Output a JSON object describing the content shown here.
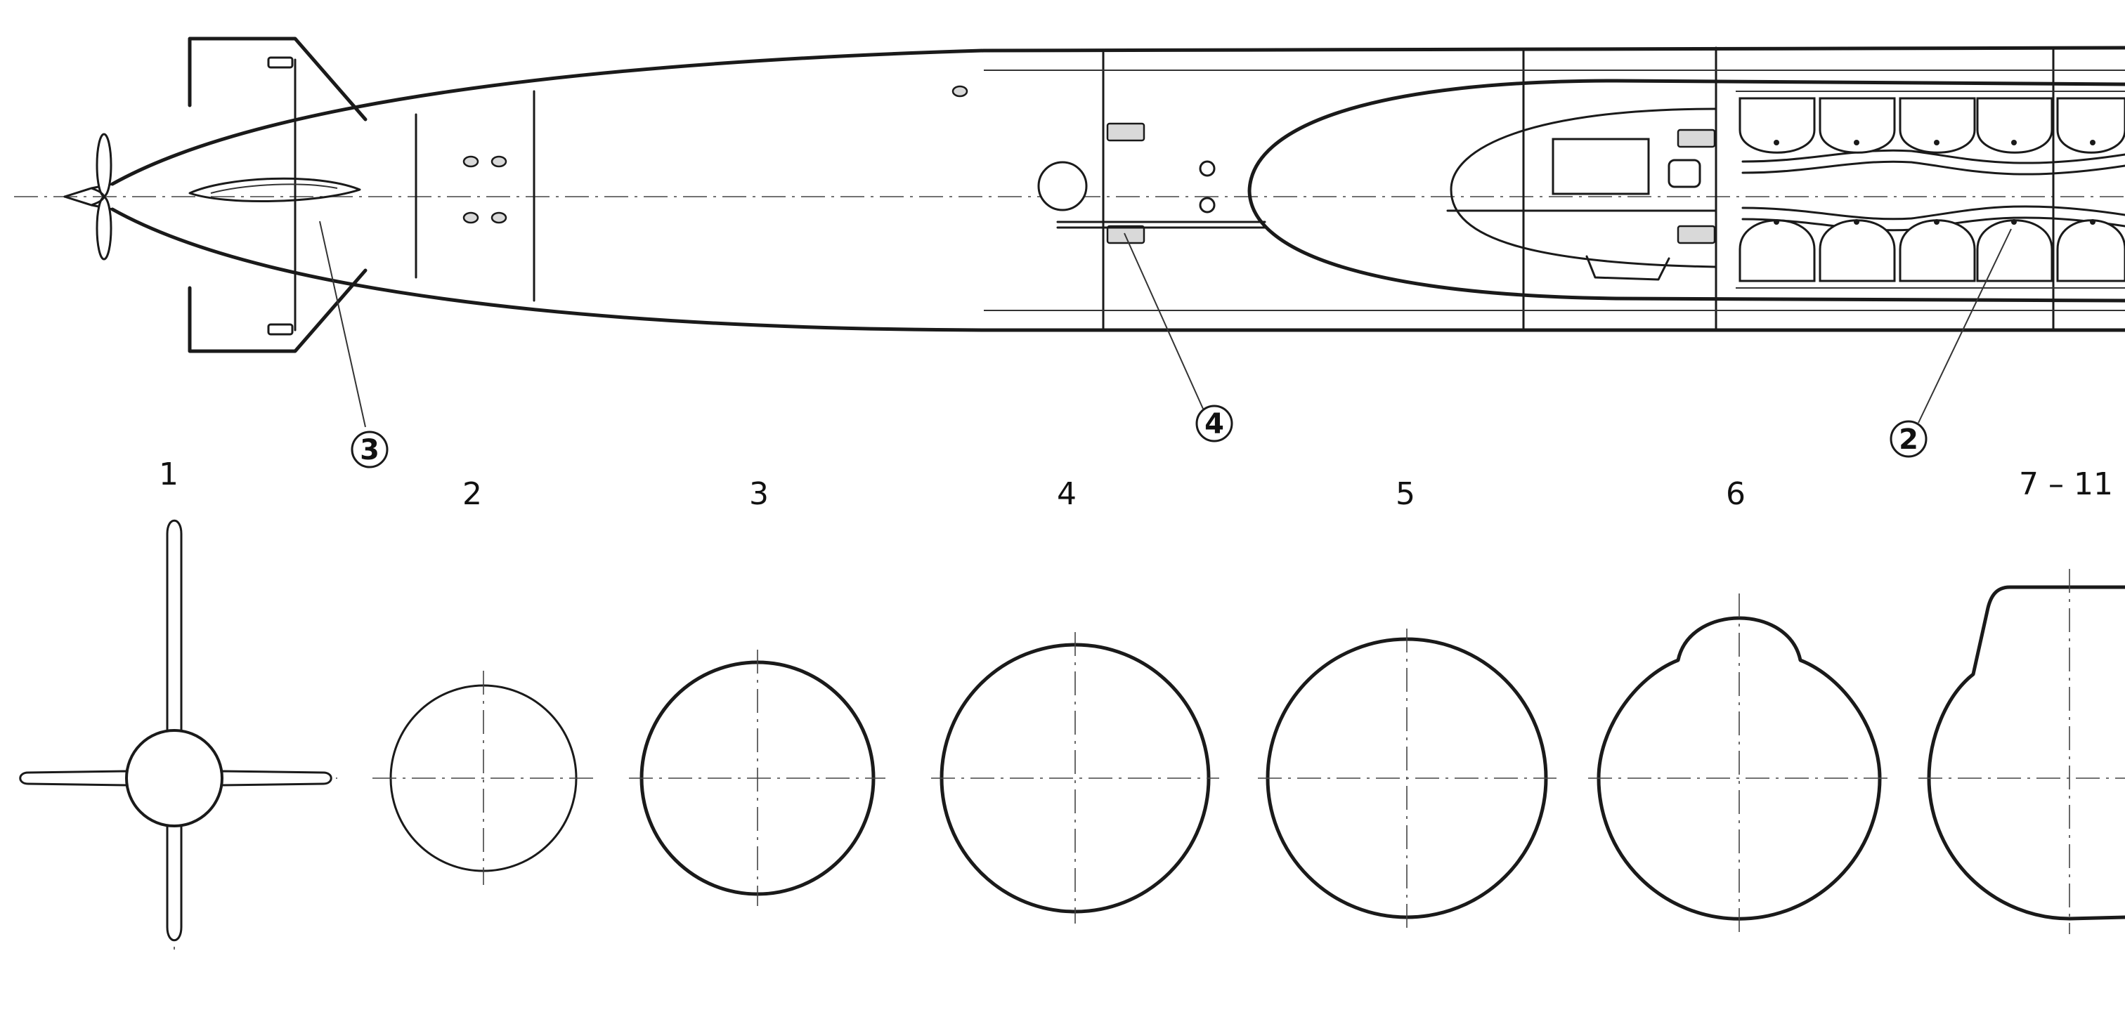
{
  "callouts": [
    "3",
    "4",
    "2"
  ],
  "section_labels": [
    "1",
    "2",
    "3",
    "4",
    "5",
    "6",
    "7 – 11"
  ]
}
